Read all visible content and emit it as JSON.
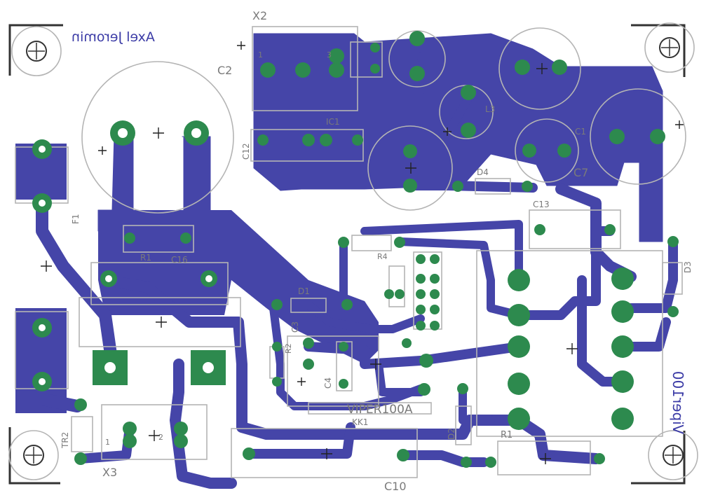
{
  "board": {
    "author": "Axel Jeromin",
    "id": "Viper100",
    "ic": "VIPER100A",
    "heatsink": "KK1"
  },
  "labels": {
    "x2": "X2",
    "x3": "X3",
    "c2": "C2",
    "c7": "C7",
    "c10": "C10",
    "c13": "C13",
    "c16": "C16",
    "c12": "C12",
    "c1": "C1",
    "c3": "C3",
    "c4": "C4",
    "l3": "L3",
    "ic1": "IC1",
    "r1": "R1",
    "r1b": "R1",
    "r4": "R4",
    "r2": "R2",
    "d1": "D1",
    "d2": "D2",
    "d3": "D3",
    "d4": "D4",
    "f1": "F1",
    "tr2": "TR2",
    "pin1": "1",
    "pin2": "2",
    "pin3": "3"
  },
  "colors": {
    "copper": "#4545a8",
    "pad": "#2d8a4e",
    "silkscreen": "#b4b4b4",
    "background": "#ffffff"
  }
}
